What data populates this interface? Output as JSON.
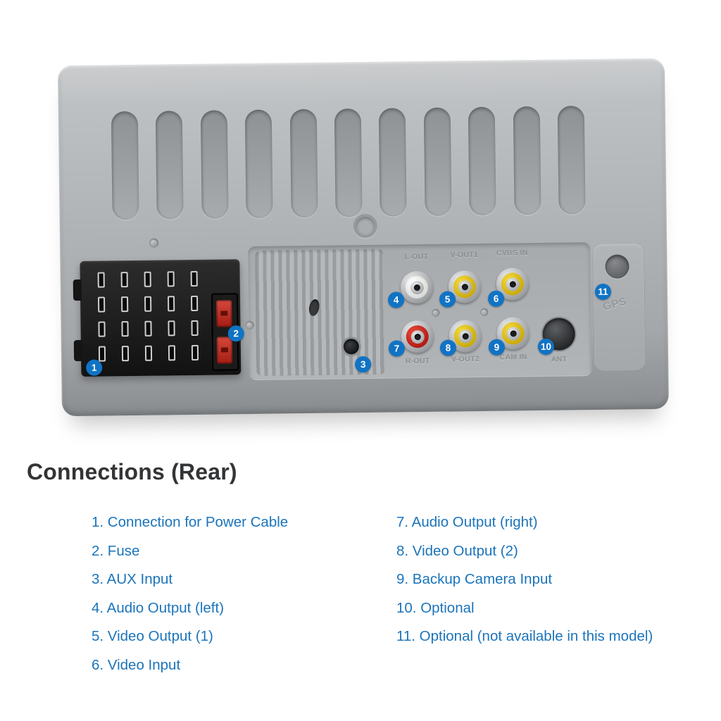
{
  "title": "Connections (Rear)",
  "legend": {
    "left": [
      "1. Connection for Power Cable",
      "2. Fuse",
      "3. AUX Input",
      "4. Audio Output (left)",
      "5. Video Output (1)",
      "6. Video Input"
    ],
    "right": [
      "7. Audio Output (right)",
      "8. Video Output (2)",
      "9. Backup Camera Input",
      "10. Optional",
      "11. Optional (not available in this model)"
    ]
  },
  "device": {
    "badges": [
      "1",
      "2",
      "3",
      "4",
      "5",
      "6",
      "7",
      "8",
      "9",
      "10",
      "11"
    ],
    "port_labels": {
      "l_out": "L-OUT",
      "v_out1": "V-OUT1",
      "cvbs_in": "CVBS IN",
      "r_out": "R-OUT",
      "v_out2": "V-OUT2",
      "cam_in": "CAM IN",
      "ant": "ANT",
      "gps": "GPS"
    },
    "colors": {
      "badge_blue": "#1173c4",
      "legend_blue": "#1b74ba",
      "body_gray": "#b1b4b7",
      "rca_white": "#ffffff",
      "rca_yellow": "#e8c818",
      "rca_red": "#d42a1e",
      "fuse_red": "#c03028"
    }
  }
}
